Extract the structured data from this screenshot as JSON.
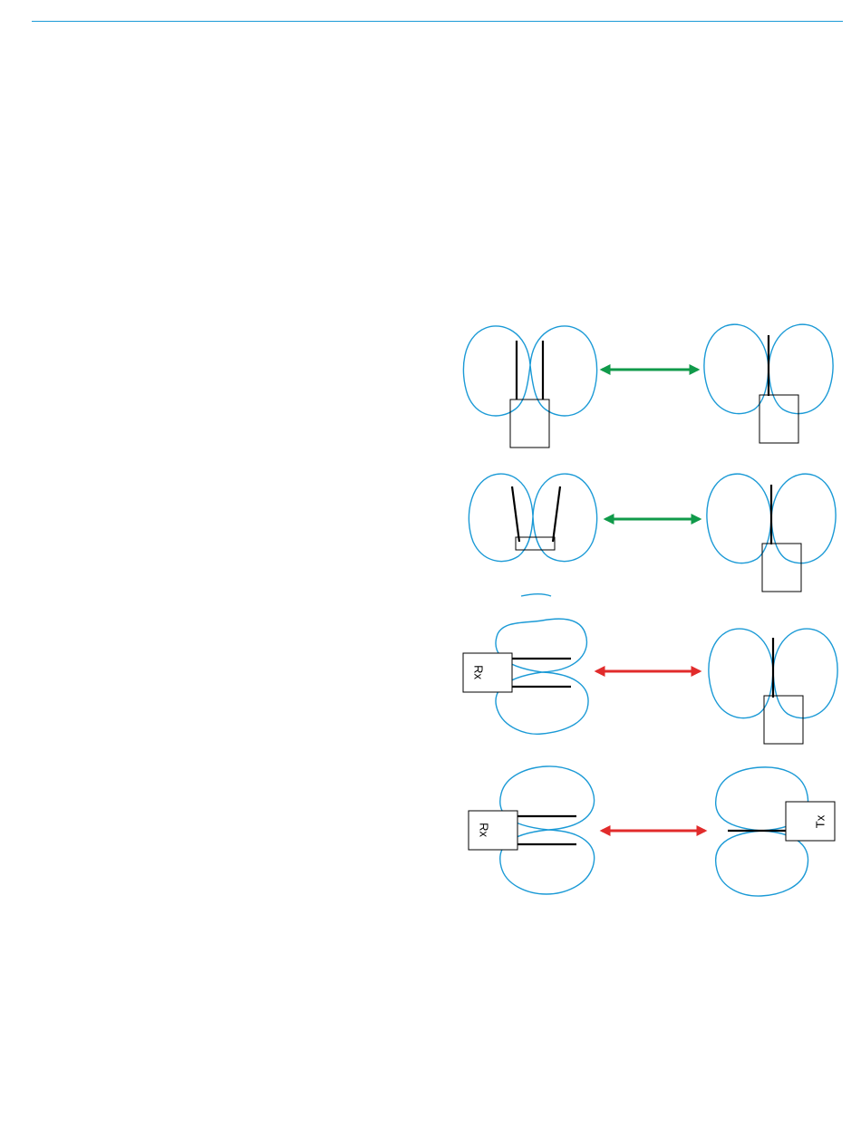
{
  "colors": {
    "rule": "#1b9ad6",
    "pattern": "#1b9ad6",
    "good_link": "#109a4a",
    "bad_link": "#e12b2b"
  },
  "rows": [
    {
      "left": "dual-vertical-antennas",
      "right": "vertical-antenna",
      "link": "good"
    },
    {
      "left": "angled-antennas",
      "right": "vertical-antenna",
      "link": "good"
    },
    {
      "left": "rotated-receiver",
      "right": "vertical-antenna",
      "link": "bad"
    },
    {
      "left": "rotated-receiver",
      "right": "rotated-transmitter",
      "link": "bad"
    }
  ],
  "labels": {
    "rx_row3": "Rx",
    "rx_row4": "Rx",
    "tx_row4": "Tx"
  }
}
